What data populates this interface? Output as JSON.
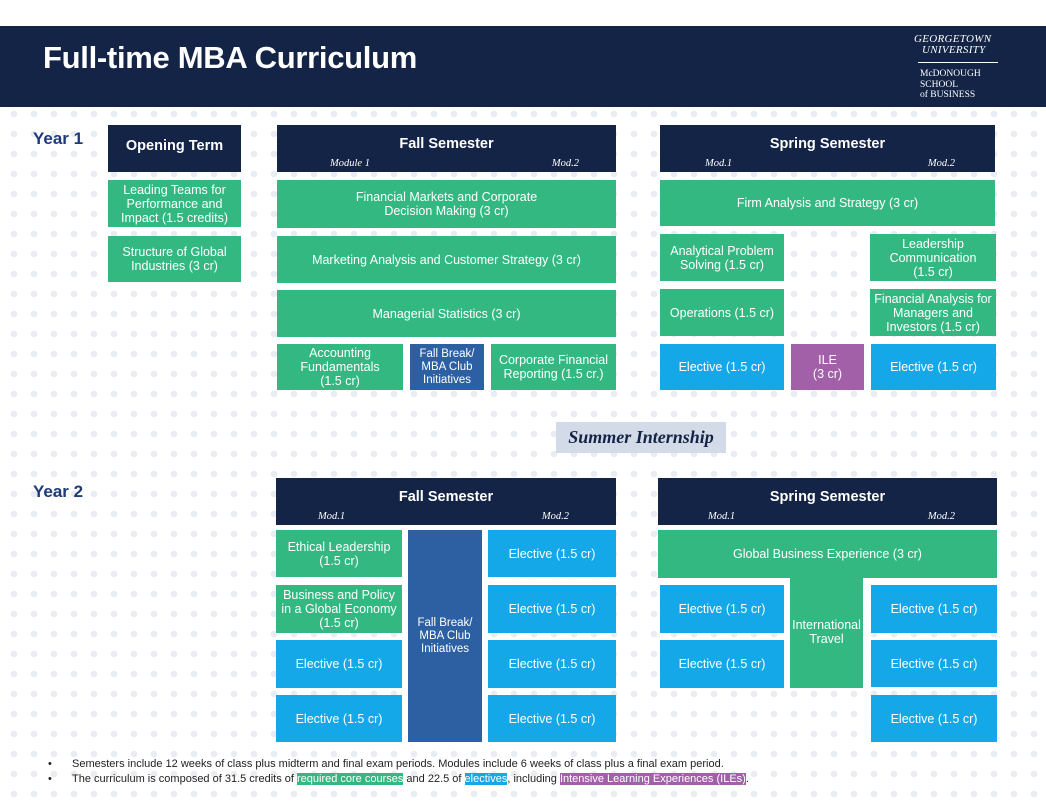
{
  "header": {
    "title": "Full-time MBA Curriculum",
    "logo_line1": "GEORGETOWN",
    "logo_line2": "UNIVERSITY",
    "logo_school1": "McDONOUGH",
    "logo_school2": "SCHOOL",
    "logo_school3": "of BUSINESS"
  },
  "colors": {
    "navy": "#132447",
    "core_green": "#33b882",
    "elective_blue": "#14a8e8",
    "break_blue": "#2d5fa3",
    "ile_purple": "#a260a8"
  },
  "year1": {
    "label": "Year 1",
    "opening": {
      "title": "Opening Term",
      "courses": [
        "Leading Teams for Performance and Impact (1.5 credits)",
        "Structure of Global Industries (3 cr)"
      ]
    },
    "fall": {
      "title": "Fall Semester",
      "mod1": "Module 1",
      "mod2": "Mod.2",
      "financial_markets": "Financial Markets and Corporate Decision Making (3 cr)",
      "marketing": "Marketing Analysis and Customer Strategy (3 cr)",
      "statistics": "Managerial Statistics (3 cr)",
      "accounting": "Accounting Fundamentals (1.5 cr)",
      "fall_break": "Fall Break/ MBA Club Initiatives",
      "corporate_finance": "Corporate Financial Reporting (1.5 cr.)"
    },
    "spring": {
      "title": "Spring Semester",
      "mod1": "Mod.1",
      "mod2": "Mod.2",
      "firm_analysis": "Firm Analysis and Strategy (3 cr)",
      "analytical": "Analytical Problem Solving (1.5 cr)",
      "leadership_comm": "Leadership Communication (1.5 cr)",
      "operations": "Operations (1.5 cr)",
      "financial_analysis": "Financial Analysis for Managers and Investors (1.5 cr)",
      "elective_left": "Elective (1.5 cr)",
      "ile": "ILE (3 cr)",
      "elective_right": "Elective (1.5 cr)"
    }
  },
  "summer": "Summer Internship",
  "year2": {
    "label": "Year 2",
    "fall": {
      "title": "Fall Semester",
      "mod1": "Mod.1",
      "mod2": "Mod.2",
      "ethical": "Ethical Leadership (1.5 cr)",
      "business_policy": "Business and Policy in a Global Economy (1.5 cr)",
      "elective_m1_a": "Elective (1.5 cr)",
      "elective_m1_b": "Elective (1.5 cr)",
      "fall_break": "Fall Break/ MBA Club Initiatives",
      "electives_m2": [
        "Elective (1.5 cr)",
        "Elective (1.5 cr)",
        "Elective (1.5 cr)",
        "Elective (1.5 cr)"
      ]
    },
    "spring": {
      "title": "Spring Semester",
      "mod1": "Mod.1",
      "mod2": "Mod.2",
      "global_business": "Global Business Experience (3 cr)",
      "international_travel": "International Travel",
      "electives_m1": [
        "Elective (1.5 cr)",
        "Elective (1.5 cr)"
      ],
      "electives_m2": [
        "Elective (1.5 cr)",
        "Elective (1.5 cr)",
        "Elective (1.5 cr)"
      ]
    }
  },
  "notes": {
    "line1": "Semesters include 12 weeks of class plus midterm and final exam periods. Modules include 6 weeks of class plus a final exam period.",
    "line2_pre": "The curriculum is composed of 31.5 credits of ",
    "line2_core": "required core courses",
    "line2_mid": " and 22.5 of ",
    "line2_electives": "electives",
    "line2_mid2": ", including ",
    "line2_ile": "Intensive Learning Experiences (ILEs)",
    "line2_end": "."
  }
}
